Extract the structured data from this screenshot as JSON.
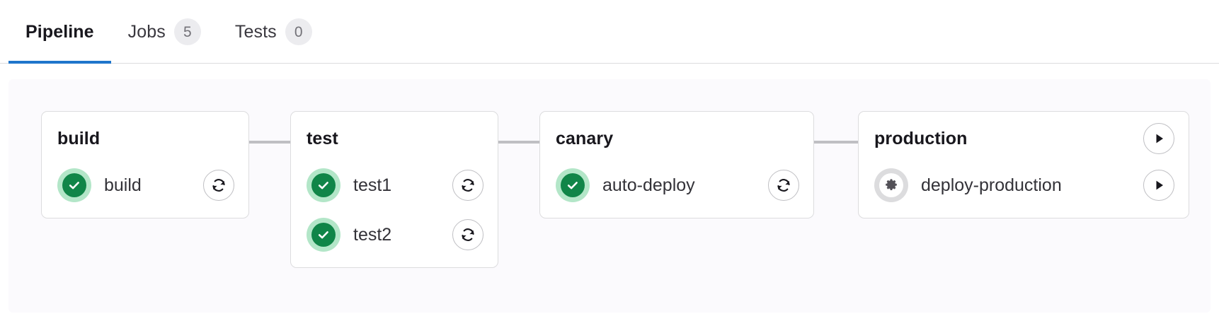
{
  "tabs": [
    {
      "label": "Pipeline",
      "badge": null,
      "active": true,
      "name": "tab-pipeline"
    },
    {
      "label": "Jobs",
      "badge": "5",
      "active": false,
      "name": "tab-jobs"
    },
    {
      "label": "Tests",
      "badge": "0",
      "active": false,
      "name": "tab-tests"
    }
  ],
  "colors": {
    "accent": "#1f75cb",
    "success": "#108548",
    "success_halo": "#b3e6c8",
    "manual": "#dcdcde",
    "manual_glyph": "#535158",
    "card_border": "#dcdcde",
    "panel_bg": "#fbfafd",
    "connector": "#bfbfc3",
    "badge_bg": "#ececef",
    "badge_text": "#737278"
  },
  "pipeline": {
    "stages": [
      {
        "name": "build",
        "title": "build",
        "header_action": null,
        "jobs": [
          {
            "name": "build",
            "status": "success",
            "status_label": "passed",
            "action": "retry"
          }
        ]
      },
      {
        "name": "test",
        "title": "test",
        "header_action": null,
        "jobs": [
          {
            "name": "test1",
            "status": "success",
            "status_label": "passed",
            "action": "retry"
          },
          {
            "name": "test2",
            "status": "success",
            "status_label": "passed",
            "action": "retry"
          }
        ]
      },
      {
        "name": "canary",
        "title": "canary",
        "header_action": null,
        "jobs": [
          {
            "name": "auto-deploy",
            "status": "success",
            "status_label": "passed",
            "action": "retry"
          }
        ]
      },
      {
        "name": "production",
        "title": "production",
        "header_action": "play",
        "jobs": [
          {
            "name": "deploy-production",
            "status": "manual",
            "status_label": "manual",
            "action": "play"
          }
        ]
      }
    ]
  },
  "icons": {
    "retry": "retry-icon",
    "play": "play-icon",
    "success": "status-success-icon",
    "manual": "status-manual-gear-icon"
  }
}
